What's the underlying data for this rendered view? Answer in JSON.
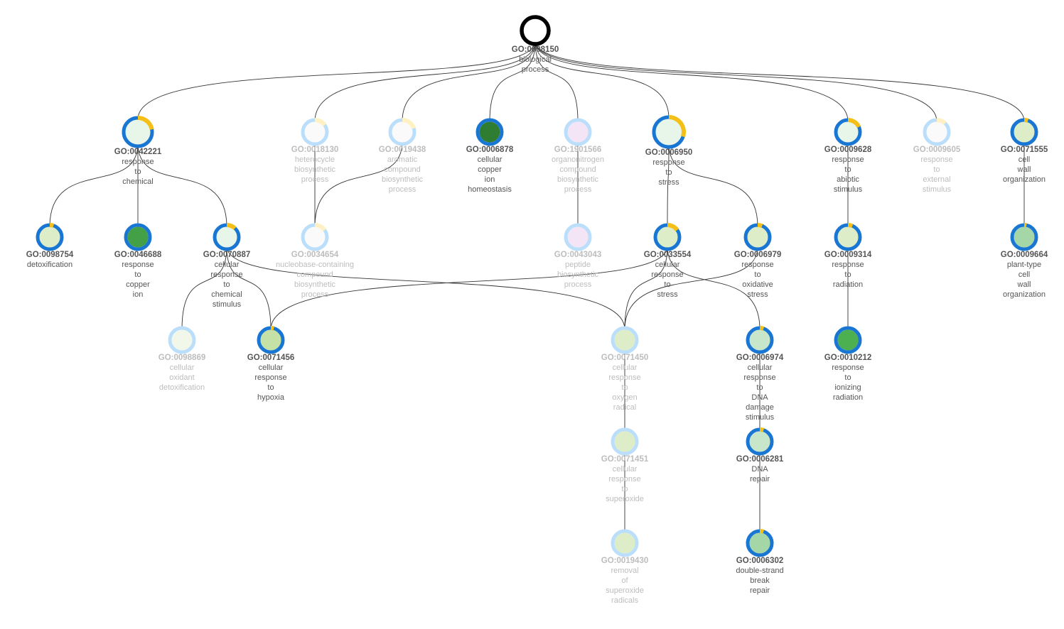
{
  "colors": {
    "ring_active": "#1976d2",
    "ring_faded": "#bbdefb",
    "ring_root": "#000000",
    "wedge_active": "#f4bf16",
    "wedge_faded": "#fff1c4"
  },
  "nodes": [
    {
      "key": "root",
      "id": "GO:0008150",
      "label": [
        "biological",
        "process"
      ],
      "state": "root",
      "fill": "#ffffff",
      "wedge": 0
    },
    {
      "key": "n42221",
      "id": "GO:0042221",
      "label": [
        "response",
        "to",
        "chemical"
      ],
      "state": "active",
      "fill": "#e8f5e9",
      "wedge": 0.22
    },
    {
      "key": "n18130",
      "id": "GO:0018130",
      "label": [
        "heterocycle",
        "biosynthetic",
        "process"
      ],
      "state": "faded",
      "fill": "#fafafa",
      "wedge": 0.15
    },
    {
      "key": "n19438",
      "id": "GO:0019438",
      "label": [
        "aromatic",
        "compound",
        "biosynthetic",
        "process"
      ],
      "state": "faded",
      "fill": "#fafafa",
      "wedge": 0.2
    },
    {
      "key": "n6878",
      "id": "GO:0006878",
      "label": [
        "cellular",
        "copper",
        "ion",
        "homeostasis"
      ],
      "state": "active",
      "fill": "#2e7d32",
      "wedge": 0
    },
    {
      "key": "n1901566",
      "id": "GO:1901566",
      "label": [
        "organonitrogen",
        "compound",
        "biosynthetic",
        "process"
      ],
      "state": "faded",
      "fill": "#f3e5f5",
      "wedge": 0
    },
    {
      "key": "n6950",
      "id": "GO:0006950",
      "label": [
        "response",
        "to",
        "stress"
      ],
      "state": "active",
      "fill": "#e8f5e9",
      "wedge": 0.3
    },
    {
      "key": "n9628",
      "id": "GO:0009628",
      "label": [
        "response",
        "to",
        "abiotic",
        "stimulus"
      ],
      "state": "active",
      "fill": "#e8f5e9",
      "wedge": 0.18
    },
    {
      "key": "n9605",
      "id": "GO:0009605",
      "label": [
        "response",
        "to",
        "external",
        "stimulus"
      ],
      "state": "faded",
      "fill": "#fafafa",
      "wedge": 0.12
    },
    {
      "key": "n71555",
      "id": "GO:0071555",
      "label": [
        "cell",
        "wall",
        "organization"
      ],
      "state": "active",
      "fill": "#dcedc8",
      "wedge": 0.05
    },
    {
      "key": "n98754",
      "id": "GO:0098754",
      "label": [
        "detoxification"
      ],
      "state": "active",
      "fill": "#dcedc8",
      "wedge": 0.05
    },
    {
      "key": "n46688",
      "id": "GO:0046688",
      "label": [
        "response",
        "to",
        "copper",
        "ion"
      ],
      "state": "active",
      "fill": "#43a047",
      "wedge": 0
    },
    {
      "key": "n70887",
      "id": "GO:0070887",
      "label": [
        "cellular",
        "response",
        "to",
        "chemical",
        "stimulus"
      ],
      "state": "active",
      "fill": "#e8f5e9",
      "wedge": 0.12
    },
    {
      "key": "n34654",
      "id": "GO:0034654",
      "label": [
        "nucleobase-containing",
        "compound",
        "biosynthetic",
        "process"
      ],
      "state": "faded",
      "fill": "#fafafa",
      "wedge": 0.15
    },
    {
      "key": "n43043",
      "id": "GO:0043043",
      "label": [
        "peptide",
        "biosynthetic",
        "process"
      ],
      "state": "faded",
      "fill": "#f3e5f5",
      "wedge": 0
    },
    {
      "key": "n33554",
      "id": "GO:0033554",
      "label": [
        "cellular",
        "response",
        "to",
        "stress"
      ],
      "state": "active",
      "fill": "#dcedc8",
      "wedge": 0.15
    },
    {
      "key": "n6979",
      "id": "GO:0006979",
      "label": [
        "response",
        "to",
        "oxidative",
        "stress"
      ],
      "state": "active",
      "fill": "#dcedc8",
      "wedge": 0.06
    },
    {
      "key": "n9314",
      "id": "GO:0009314",
      "label": [
        "response",
        "to",
        "radiation"
      ],
      "state": "active",
      "fill": "#dcedc8",
      "wedge": 0.06
    },
    {
      "key": "n9664",
      "id": "GO:0009664",
      "label": [
        "plant-type",
        "cell",
        "wall",
        "organization"
      ],
      "state": "active",
      "fill": "#a5d6a7",
      "wedge": 0.03
    },
    {
      "key": "n98869",
      "id": "GO:0098869",
      "label": [
        "cellular",
        "oxidant",
        "detoxification"
      ],
      "state": "faded",
      "fill": "#f1f8e9",
      "wedge": 0
    },
    {
      "key": "n71456",
      "id": "GO:0071456",
      "label": [
        "cellular",
        "response",
        "to",
        "hypoxia"
      ],
      "state": "active",
      "fill": "#c5e1a5",
      "wedge": 0.04
    },
    {
      "key": "n71450",
      "id": "GO:0071450",
      "label": [
        "cellular",
        "response",
        "to",
        "oxygen",
        "radical"
      ],
      "state": "faded",
      "fill": "#dcedc8",
      "wedge": 0
    },
    {
      "key": "n6974",
      "id": "GO:0006974",
      "label": [
        "cellular",
        "response",
        "to",
        "DNA",
        "damage",
        "stimulus"
      ],
      "state": "active",
      "fill": "#c8e6c9",
      "wedge": 0.05
    },
    {
      "key": "n10212",
      "id": "GO:0010212",
      "label": [
        "response",
        "to",
        "ionizing",
        "radiation"
      ],
      "state": "active",
      "fill": "#4caf50",
      "wedge": 0
    },
    {
      "key": "n71451",
      "id": "GO:0071451",
      "label": [
        "cellular",
        "response",
        "to",
        "superoxide"
      ],
      "state": "faded",
      "fill": "#dcedc8",
      "wedge": 0
    },
    {
      "key": "n6281",
      "id": "GO:0006281",
      "label": [
        "DNA",
        "repair"
      ],
      "state": "active",
      "fill": "#c8e6c9",
      "wedge": 0.05
    },
    {
      "key": "n19430",
      "id": "GO:0019430",
      "label": [
        "removal",
        "of",
        "superoxide",
        "radicals"
      ],
      "state": "faded",
      "fill": "#dcedc8",
      "wedge": 0
    },
    {
      "key": "n6302",
      "id": "GO:0006302",
      "label": [
        "double-strand",
        "break",
        "repair"
      ],
      "state": "active",
      "fill": "#a5d6a7",
      "wedge": 0.05
    }
  ],
  "edges": [
    [
      "root",
      "n42221"
    ],
    [
      "root",
      "n18130"
    ],
    [
      "root",
      "n19438"
    ],
    [
      "root",
      "n6878"
    ],
    [
      "root",
      "n1901566"
    ],
    [
      "root",
      "n6950"
    ],
    [
      "root",
      "n9628"
    ],
    [
      "root",
      "n9605"
    ],
    [
      "root",
      "n71555"
    ],
    [
      "n42221",
      "n98754"
    ],
    [
      "n42221",
      "n46688"
    ],
    [
      "n42221",
      "n70887"
    ],
    [
      "n18130",
      "n34654"
    ],
    [
      "n19438",
      "n34654"
    ],
    [
      "n1901566",
      "n43043"
    ],
    [
      "n6950",
      "n33554"
    ],
    [
      "n6950",
      "n6979"
    ],
    [
      "n9628",
      "n9314"
    ],
    [
      "n71555",
      "n9664"
    ],
    [
      "n70887",
      "n98869"
    ],
    [
      "n70887",
      "n71456"
    ],
    [
      "n70887",
      "n71450"
    ],
    [
      "n33554",
      "n71456"
    ],
    [
      "n33554",
      "n71450"
    ],
    [
      "n33554",
      "n6974"
    ],
    [
      "n6979",
      "n71450"
    ],
    [
      "n9314",
      "n10212"
    ],
    [
      "n71450",
      "n71451"
    ],
    [
      "n71451",
      "n19430"
    ],
    [
      "n6974",
      "n6281"
    ],
    [
      "n6281",
      "n6302"
    ]
  ]
}
